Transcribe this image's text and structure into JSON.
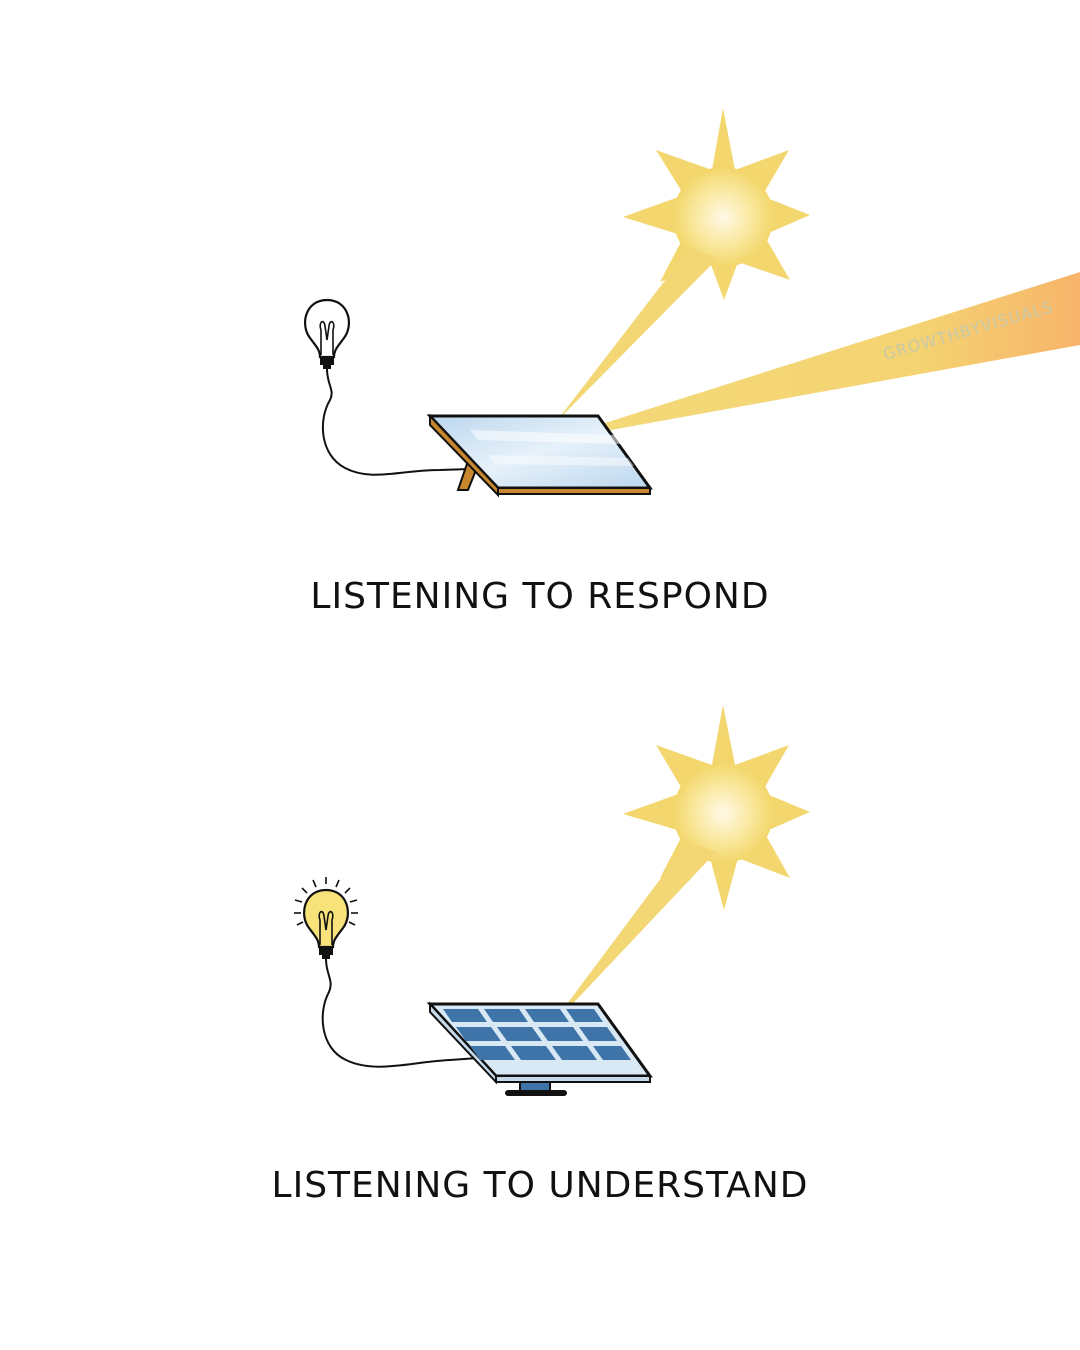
{
  "captions": {
    "top": "LISTENING TO RESPOND",
    "bottom": "LISTENING TO UNDERSTAND"
  },
  "watermark": "GROWTHBYVISUALS",
  "colors": {
    "background": "#ffffff",
    "sun_core": "#fff6d6",
    "sun_edge": "#f6dc7a",
    "ray": "#f3d774",
    "reflected_ray_end": "#f7b86a",
    "mirror_glass": "#cfe4f3",
    "mirror_frame": "#c8862d",
    "solar_cell": "#3e74a8",
    "solar_panel": "#d9e8f5",
    "bulb_lit": "#f7e37a",
    "ink": "#111111"
  },
  "icons": {
    "top_bulb": "light-bulb-off-icon",
    "bottom_bulb": "light-bulb-on-icon",
    "top_panel": "mirror-panel-icon",
    "bottom_panel": "solar-panel-icon",
    "sun": "sun-icon"
  }
}
